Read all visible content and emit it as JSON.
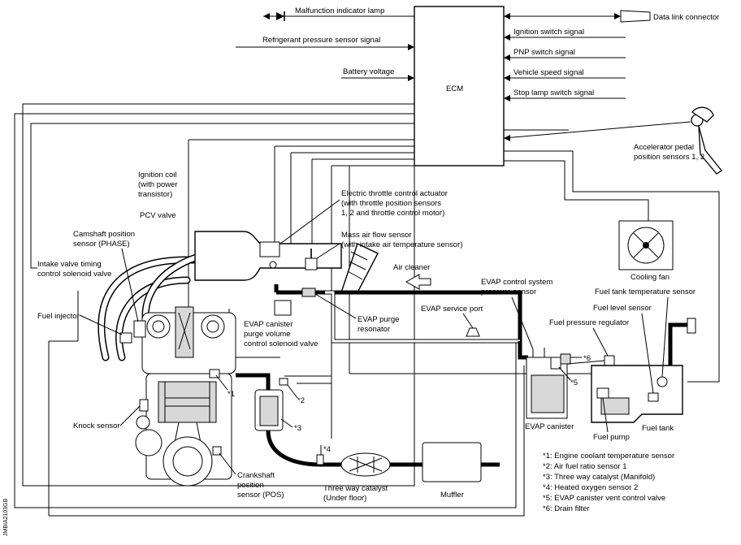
{
  "ecm": {
    "label": "ECM"
  },
  "signals_left": {
    "mil": "Malfunction indicator lamp",
    "refrigerant": "Refrigerant pressure sensor signal",
    "battery": "Battery voltage"
  },
  "signals_right": {
    "dlc": "Data link connector",
    "ignition": "Ignition switch signal",
    "pnp": "PNP switch signal",
    "vss": "Vehicle speed signal",
    "stop": "Stop lamp switch signal"
  },
  "labels": {
    "accel": [
      "Accelerator pedal",
      "position sensors 1, 2"
    ],
    "ignition_coil": [
      "Ignition coil",
      "(with power",
      "transistor)"
    ],
    "throttle": [
      "Electric throttle control actuator",
      "(with throttle position sensors",
      "1, 2 and throttle control motor)"
    ],
    "pcv": "PCV valve",
    "camshaft": [
      "Camshaft position",
      "sensor (PHASE)"
    ],
    "maf": [
      "Mass air flow sensor",
      "(with intake air temperature sensor)"
    ],
    "intake_valve": [
      "Intake valve timing",
      "control solenoid valve"
    ],
    "air_cleaner": "Air cleaner",
    "cooling_fan": "Cooling fan",
    "evap_pressure": [
      "EVAP control system",
      "pressure sensor"
    ],
    "fuel_tank_temp": "Fuel tank temperature sensor",
    "fuel_injector": "Fuel injector",
    "evap_purge_valve": [
      "EVAP canister",
      "purge volume",
      "control solenoid valve"
    ],
    "evap_resonator": [
      "EVAP purge",
      "resonator"
    ],
    "evap_port": "EVAP service port",
    "fuel_level": "Fuel level sensor",
    "fuel_regulator": "Fuel pressure regulator",
    "knock": "Knock sensor",
    "evap_canister": "EVAP canister",
    "fuel_tank": "Fuel tank",
    "fuel_pump": "Fuel pump",
    "crankshaft": [
      "Crankshaft",
      "position",
      "sensor (POS)"
    ],
    "twc_under": [
      "Three way catalyst",
      "(Under floor)"
    ],
    "muffler": "Muffler"
  },
  "markers": {
    "m1": "*1",
    "m2": "*2",
    "m3": "*3",
    "m4": "*4",
    "m5": "*5",
    "m6": "*6"
  },
  "legend": [
    "*1: Engine coolant temperature sensor",
    "*2: Air fuel ratio sensor 1",
    "*3: Three way catalyst (Manifold)",
    "*4: Heated oxygen sensor 2",
    "*5: EVAP canister vent control valve",
    "*6: Drain filter"
  ],
  "figure_code": "JMBIA2103GB"
}
